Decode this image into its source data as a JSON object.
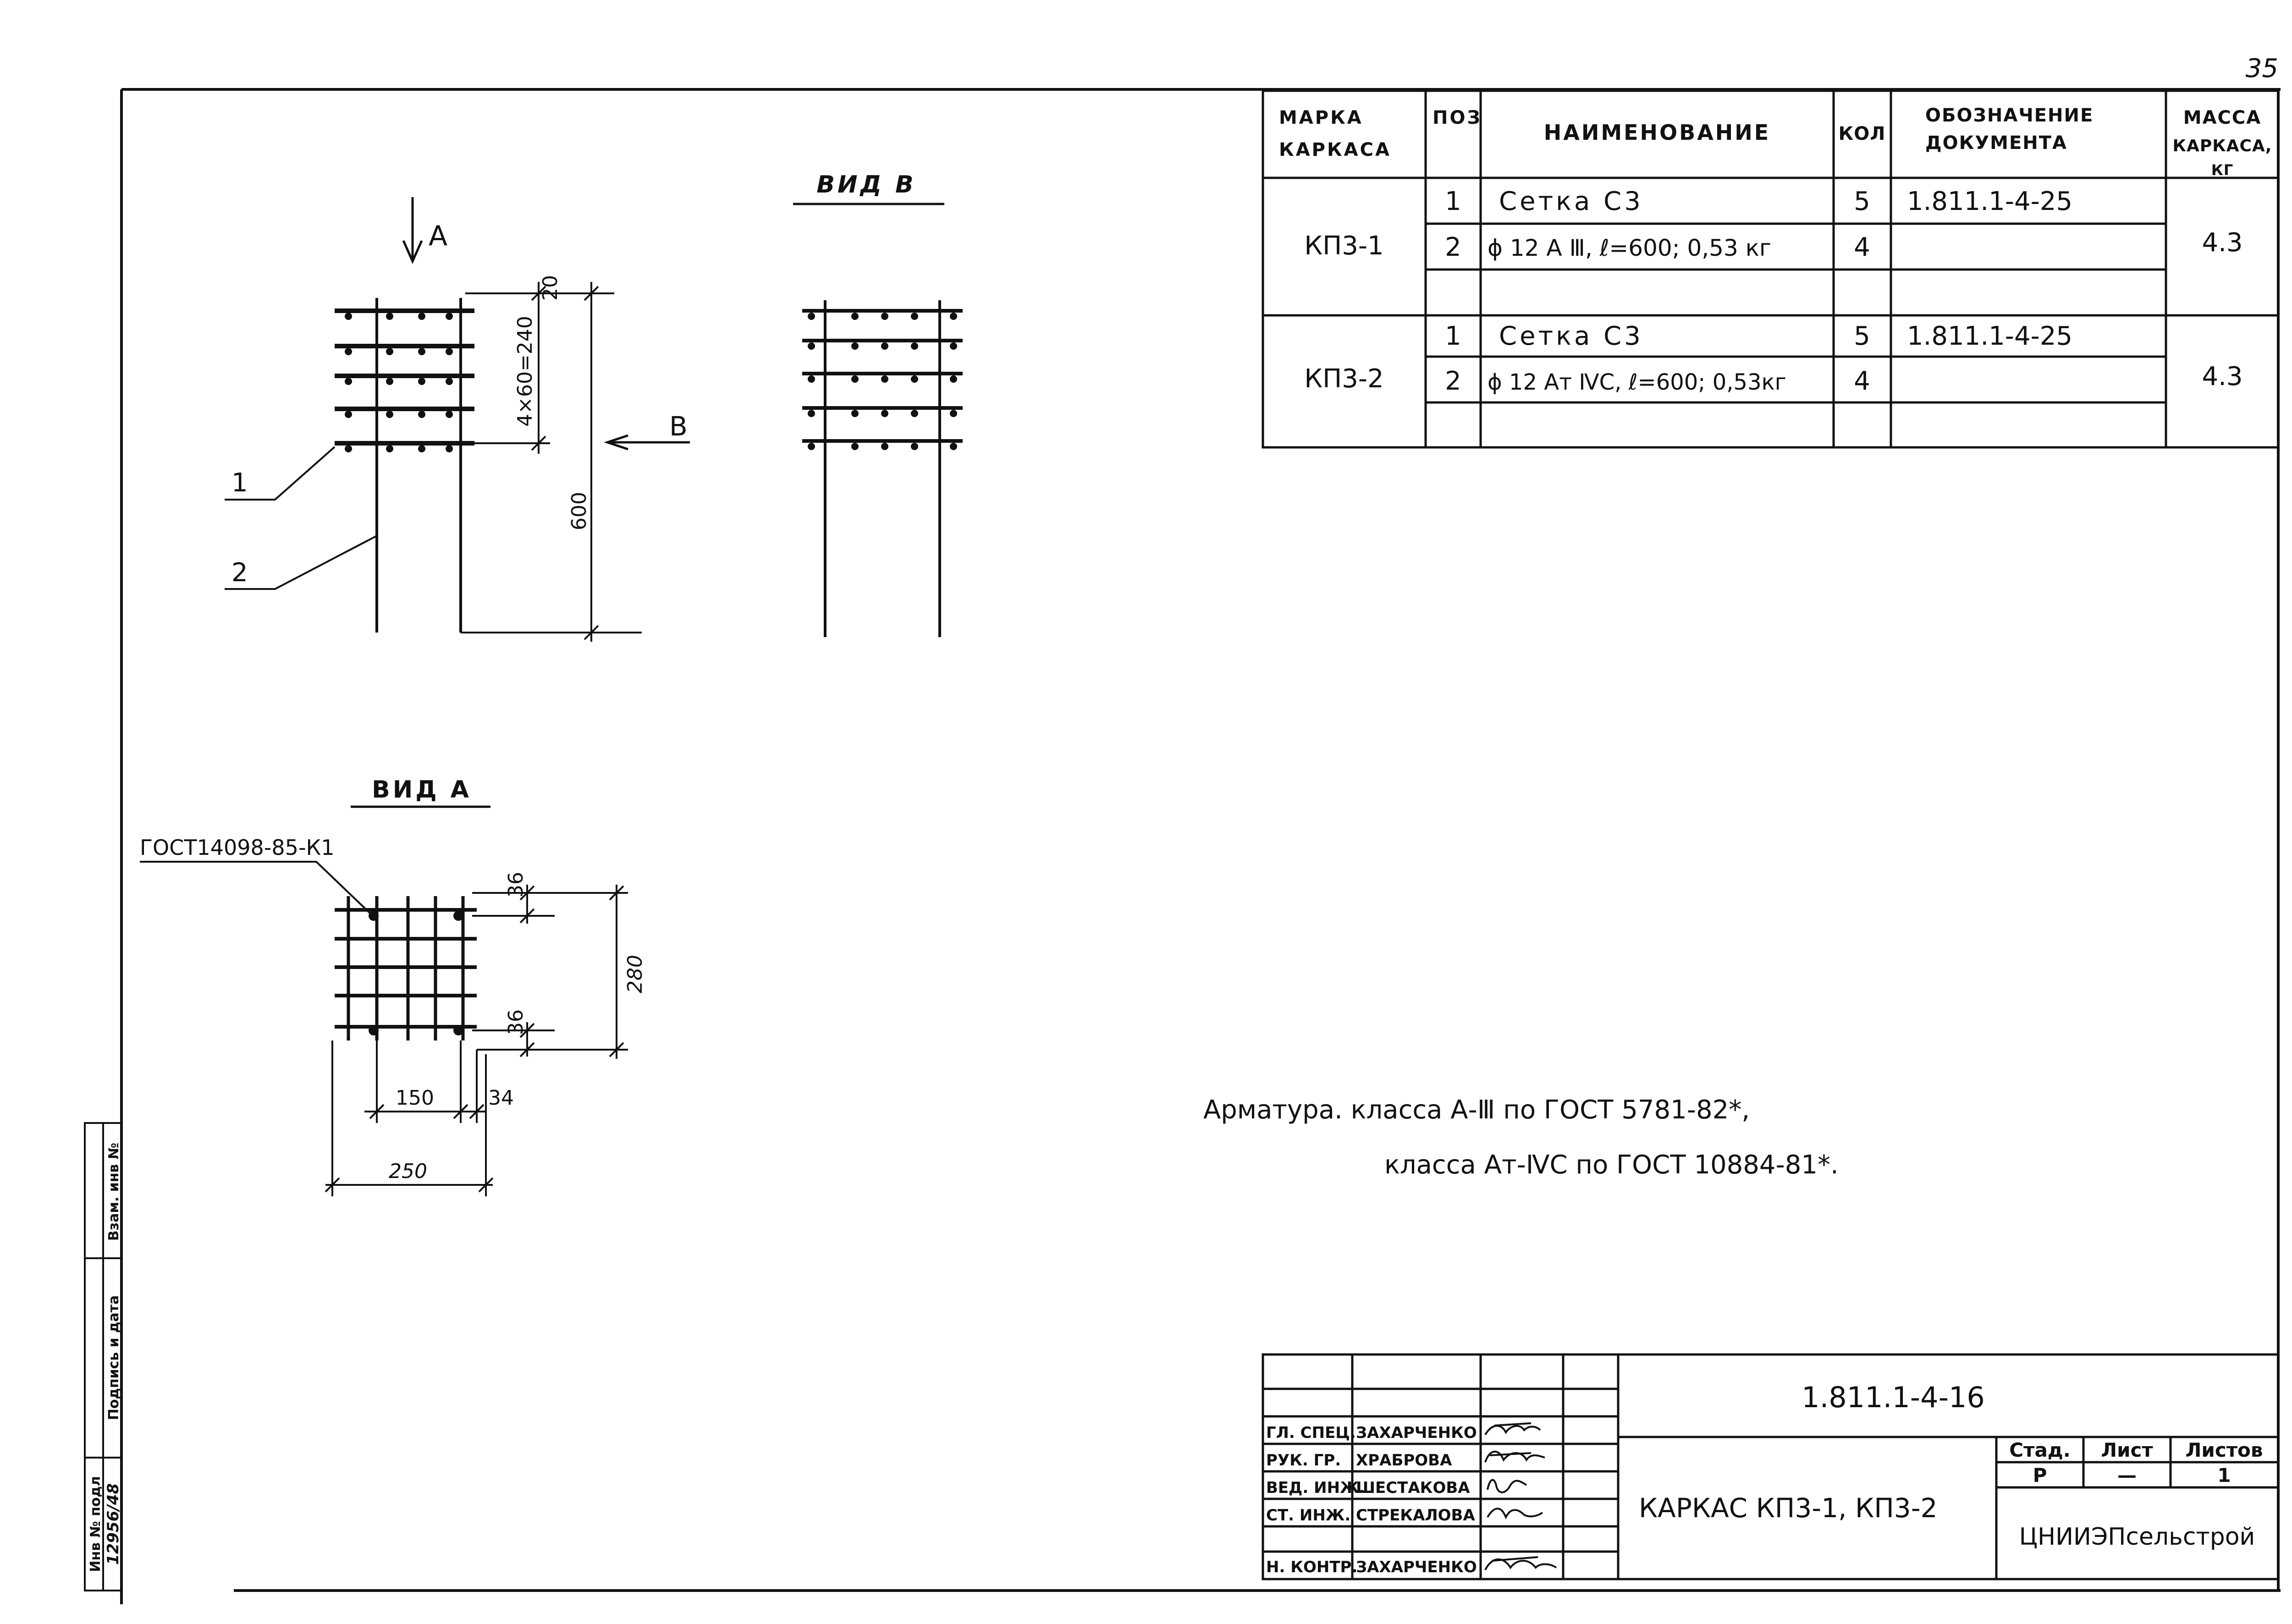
{
  "page_number": "35",
  "spec_table": {
    "headers": {
      "mark": [
        "МАРКА",
        "КАРКАСА"
      ],
      "pos": "ПОЗ",
      "name": "НАИМЕНОВАНИЕ",
      "qty": "КОЛ",
      "doc": [
        "ОБОЗНАЧЕНИЕ",
        "ДОКУМЕНТА"
      ],
      "mass": [
        "МАССА",
        "КАРКАСА,",
        "КГ"
      ]
    },
    "groups": [
      {
        "mark": "КП3-1",
        "mass": "4.3",
        "rows": [
          {
            "pos": "1",
            "name": "Сетка С3",
            "qty": "5",
            "doc": "1.811.1-4-25"
          },
          {
            "pos": "2",
            "name": "ϕ 12 А Ⅲ,  ℓ=600; 0,53 кг",
            "qty": "4",
            "doc": ""
          }
        ]
      },
      {
        "mark": "КП3-2",
        "mass": "4.3",
        "rows": [
          {
            "pos": "1",
            "name": "Сетка С3",
            "qty": "5",
            "doc": "1.811.1-4-25"
          },
          {
            "pos": "2",
            "name": "ϕ 12 Ат ⅣС,  ℓ=600; 0,53кг",
            "qty": "4",
            "doc": ""
          }
        ]
      }
    ]
  },
  "side_view": {
    "arrow_a": "А",
    "arrow_b": "В",
    "dim_top": "20",
    "dim_spacing": "4×60=240",
    "dim_height": "600",
    "leader_1": "1",
    "leader_2": "2"
  },
  "view_b": {
    "title": "ВИД  В"
  },
  "view_a": {
    "title": "ВИД  А",
    "gost_note": "ГОСТ14098-85-К1",
    "dim_36_top": "36",
    "dim_36_bottom": "36",
    "dim_280": "280",
    "dim_150": "150",
    "dim_34": "34",
    "dim_250": "250"
  },
  "notes": {
    "line1": "Арматура.  класса А-Ⅲ по ГОСТ 5781-82*,",
    "line2": "класса Ат-ⅣС по ГОСТ 10884-81*."
  },
  "side_stamp": {
    "inv_podl": "Инв № подл",
    "podpis_data": "Подпись и дата",
    "vzam_inv": "Взам. инв №",
    "inv_number": "12956/48"
  },
  "title_block": {
    "doc_code": "1.811.1-4-16",
    "title": "КАРКАС КП3-1, КП3-2",
    "stage_label": "Стад.",
    "sheet_label": "Лист",
    "sheets_label": "Листов",
    "stage_value": "Р",
    "sheet_value": "—",
    "sheets_value": "1",
    "organization": "ЦНИИЭПсельстрой",
    "people": [
      {
        "role": "ГЛ. СПЕЦ.",
        "name": "ЗАХАРЧЕНКО"
      },
      {
        "role": "РУК. ГР.",
        "name": "ХРАБРОВА"
      },
      {
        "role": "ВЕД. ИНЖ.",
        "name": "ШЕСТАКОВА"
      },
      {
        "role": "СТ. ИНЖ.",
        "name": "СТРЕКАЛОВА"
      },
      {
        "role": "Н. КОНТР.",
        "name": "ЗАХАРЧЕНКО"
      }
    ]
  }
}
